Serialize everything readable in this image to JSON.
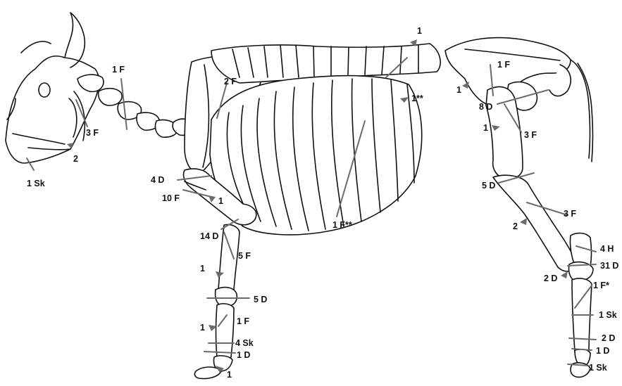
{
  "colors": {
    "outline": "#111111",
    "marker": "#6b6b6b",
    "background": "#ffffff"
  },
  "labels": {
    "skull_1sk": "1 Sk",
    "skull_2": "2",
    "skull_3f": "3 F",
    "neck_1f": "1 F",
    "scapula_2f": "2 F",
    "spine_1": "1",
    "ribs_1ss": "1**",
    "ribs_1fss": "1 F**",
    "scap_4d": "4 D",
    "hum_10f": "10 F",
    "hum_1": "1",
    "hum_14d": "14 D",
    "rad_5f": "5 F",
    "rad_1": "1",
    "carp_5d": "5 D",
    "metc_1f": "1 F",
    "metc_1": "1",
    "metc_4sk": "4 Sk",
    "metc_1d": "1 D",
    "phal_1": "1",
    "pelvis_1f": "1 F",
    "pelvis_1": "1",
    "pelvis_8d": "8 D",
    "femur_1": "1",
    "femur_3f": "3 F",
    "femur_5d": "5 D",
    "tibia_3f": "3 F",
    "tibia_2": "2",
    "calc_4h": "4 H",
    "tars_31d": "31 D",
    "tars_2d": "2 D",
    "metat_1fs": "1 F*",
    "metat_1sk": "1 Sk",
    "metat_2d": "2 D",
    "hphal_1d": "1 D",
    "hphal_1sk": "1 Sk"
  }
}
